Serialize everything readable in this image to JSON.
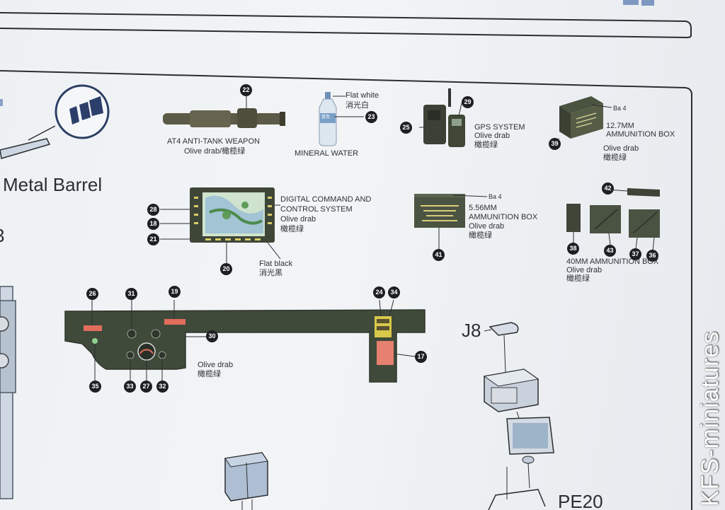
{
  "sections": {
    "metal_barrel_label": "Metal Barrel",
    "left_partial_number": "3",
    "j8_label": "J8",
    "pe20_label": "PE20"
  },
  "parts": [
    {
      "id": "at4",
      "label": "AT4 ANTI-TANK WEAPON",
      "paint": "Olive drab/橄榄绿",
      "numbers": [
        "22"
      ]
    },
    {
      "id": "water",
      "label": "MINERAL WATER",
      "paint": "Flat white",
      "paint_cn": "消光白",
      "bottle_text": "蓝色",
      "numbers": [
        "23"
      ]
    },
    {
      "id": "gps",
      "label": "GPS SYSTEM",
      "paint": "Olive drab",
      "paint_cn": "橄榄绿",
      "numbers": [
        "25",
        "29"
      ]
    },
    {
      "id": "ammo127",
      "label": "12.7MM",
      "label2": "AMMUNITION BOX",
      "marking": "Ba 4",
      "paint": "Olive drab",
      "paint_cn": "橄榄绿",
      "numbers": [
        "39"
      ]
    },
    {
      "id": "dccs",
      "label": "DIGITAL COMMAND AND",
      "label2": "CONTROL SYSTEM",
      "paint": "Olive drab",
      "paint_cn": "橄榄绿",
      "paint2": "Flat black",
      "paint2_cn": "消光黑",
      "numbers": [
        "28",
        "18",
        "21",
        "20"
      ]
    },
    {
      "id": "ammo556",
      "label": "5.56MM",
      "label2": "AMMUNITION BOX",
      "marking": "Ba 4",
      "paint": "Olive drab",
      "paint_cn": "橄榄绿",
      "numbers": [
        "41"
      ]
    },
    {
      "id": "ammo40",
      "label": "40MM AMMUNITION BOX",
      "paint": "Olive drab",
      "paint_cn": "橄榄绿",
      "numbers": [
        "42",
        "38",
        "43",
        "37",
        "36"
      ]
    },
    {
      "id": "dashboard",
      "paint": "Olive drab",
      "paint_cn": "橄榄绿",
      "numbers": [
        "26",
        "31",
        "19",
        "30",
        "35",
        "33",
        "27",
        "32",
        "24",
        "34",
        "17"
      ]
    }
  ],
  "watermark": "KFS-miniatures",
  "colors": {
    "olive": "#3f4a3a",
    "olive_dark": "#2e362b",
    "red_decal": "#e26d5c",
    "line": "#2b2d31",
    "paper": "#eef1f4",
    "frame": "#3d4b5e"
  }
}
